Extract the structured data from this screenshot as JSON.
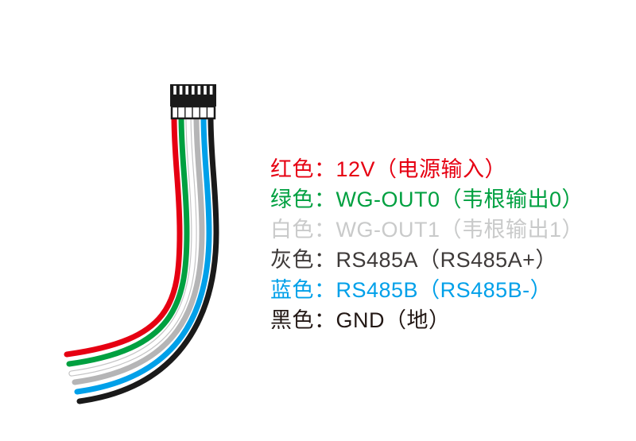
{
  "diagram_title": "connector-wiring-color-legend",
  "colors": {
    "background": "#ffffff",
    "connector": "#1a1a1a"
  },
  "wires": [
    {
      "name": "red",
      "color": "#e60012"
    },
    {
      "name": "green",
      "color": "#00a040"
    },
    {
      "name": "white",
      "color": "#ffffff",
      "outline": "#c4c4c5"
    },
    {
      "name": "gray",
      "color": "#b5b5b6"
    },
    {
      "name": "blue",
      "color": "#00a0e9"
    },
    {
      "name": "black",
      "color": "#1a1a1a"
    }
  ],
  "legend": {
    "items": [
      {
        "name": "red",
        "label": "红色：",
        "value": "12V（电源输入）",
        "color": "#e60012"
      },
      {
        "name": "green",
        "label": "绿色：",
        "value": "WG-OUT0（韦根输出0）",
        "color": "#00a040"
      },
      {
        "name": "white",
        "label": "白色：",
        "value": "WG-OUT1（韦根输出1）",
        "color": "#c9caca"
      },
      {
        "name": "gray",
        "label": "灰色：",
        "value": "RS485A（RS485A+）",
        "color": "#3e3a39"
      },
      {
        "name": "blue",
        "label": "蓝色：",
        "value": "RS485B（RS485B-）",
        "color": "#00a0e9"
      },
      {
        "name": "black",
        "label": "黑色：",
        "value": "GND（地）",
        "color": "#231815"
      }
    ]
  }
}
